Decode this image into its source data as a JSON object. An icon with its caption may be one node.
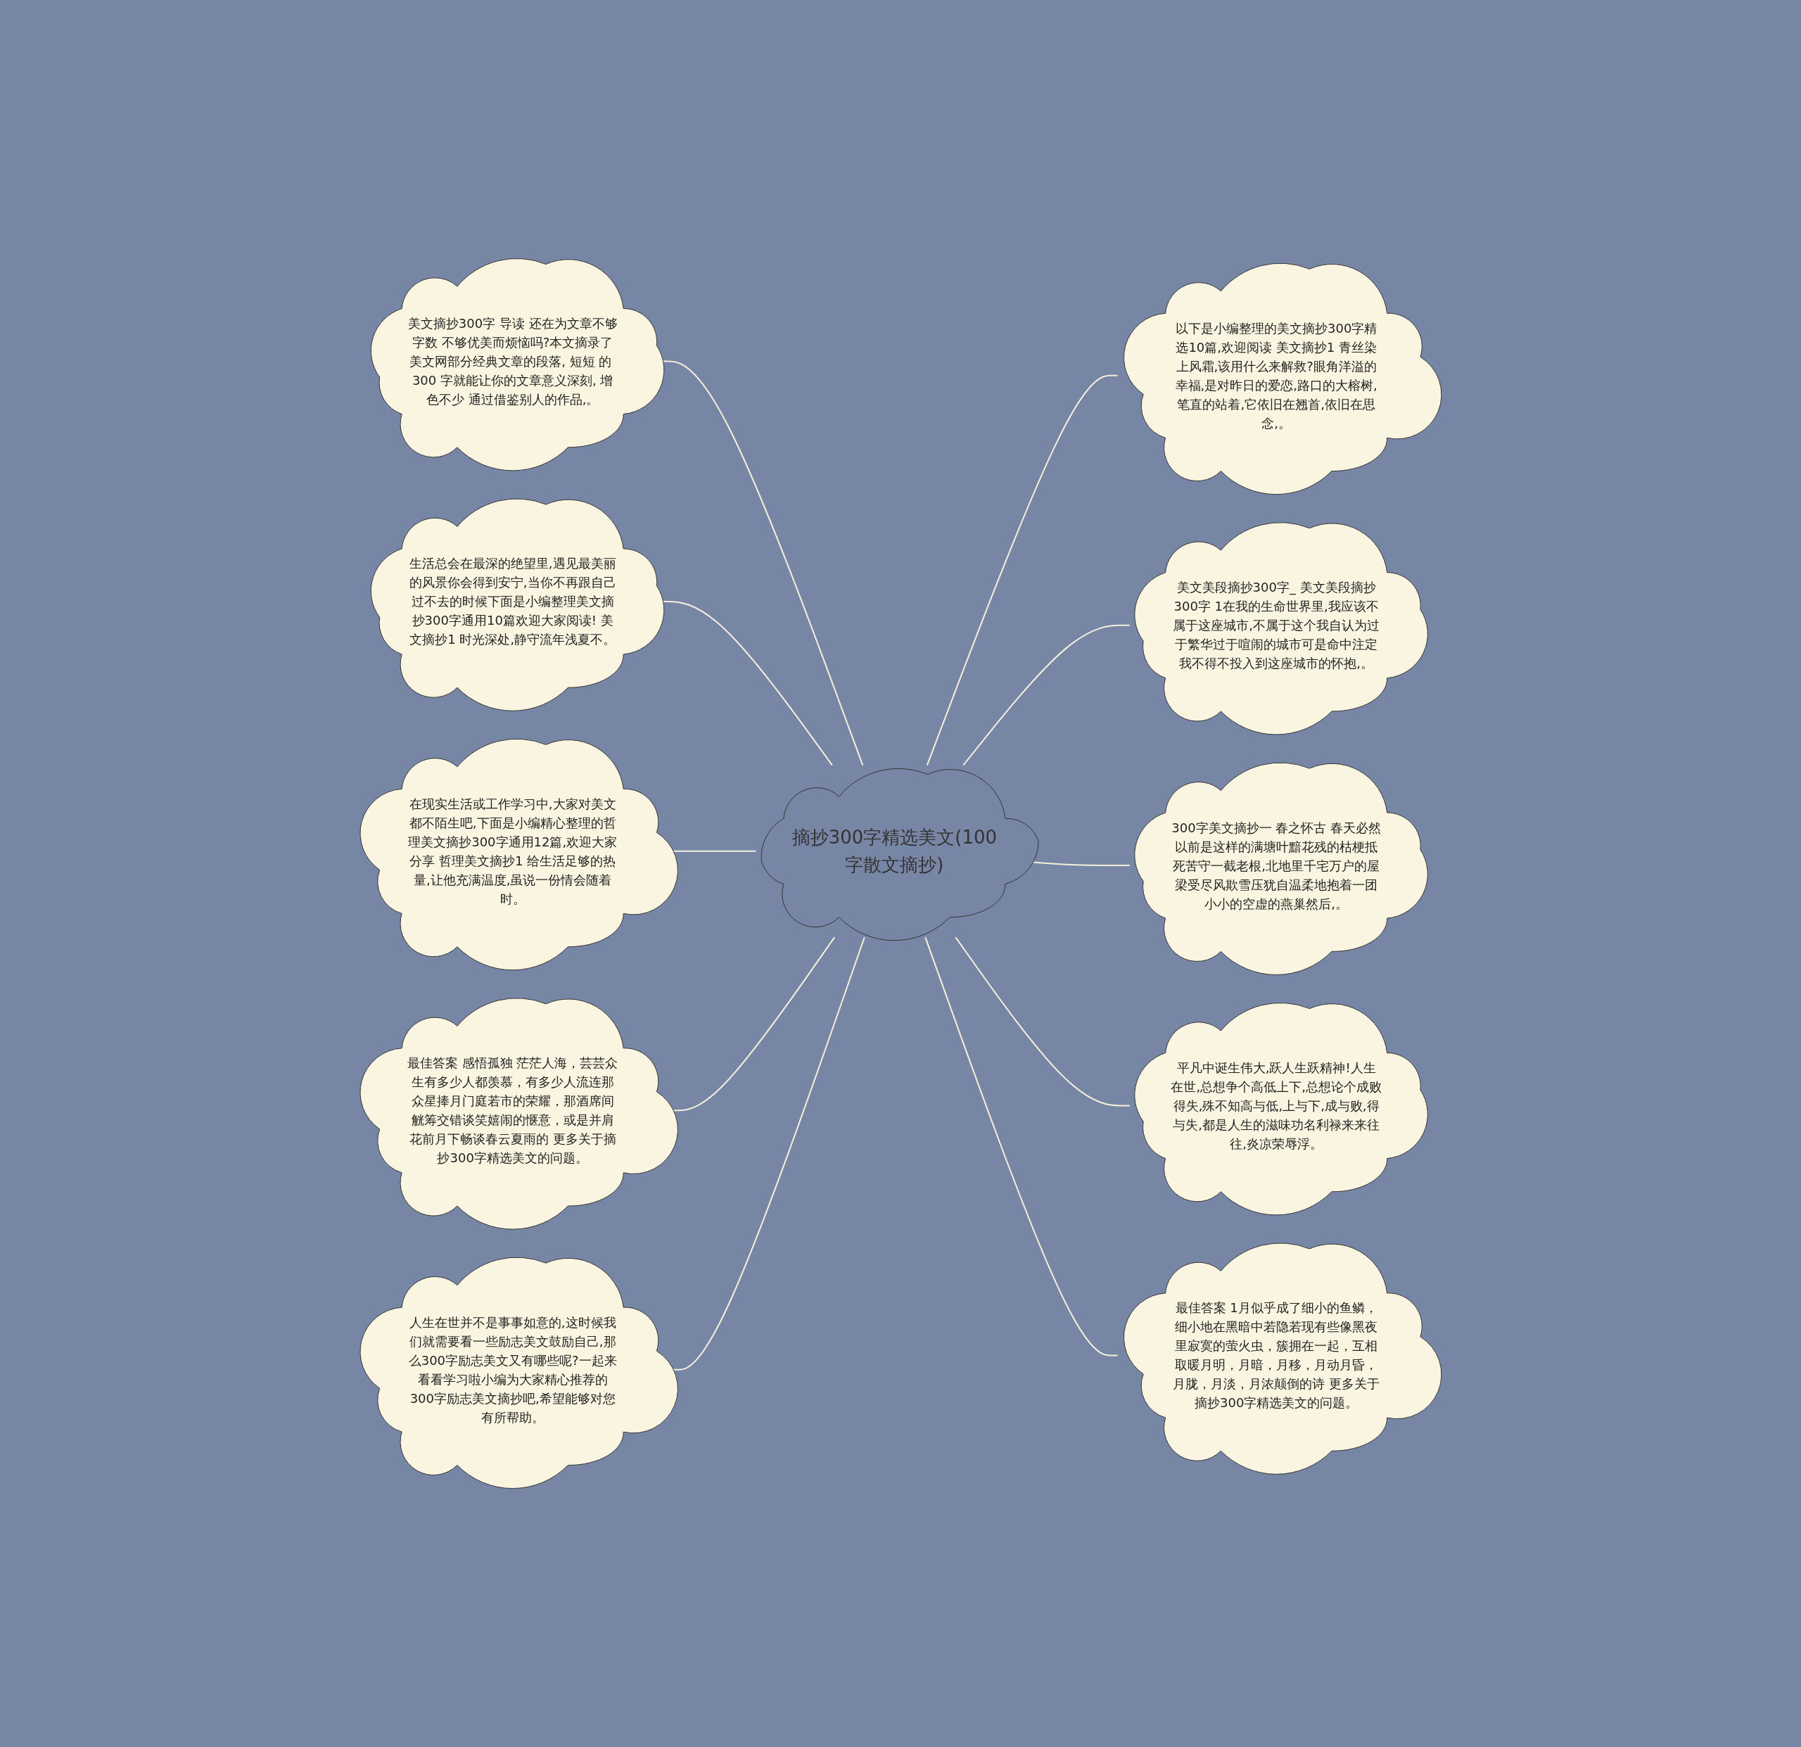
{
  "diagram": {
    "nodes": [
      {
        "text": [
          "摘抄300字精选美文(100字散文摘抄)"
        ]
      },
      {
        "text": [
          "美文摘抄300字 导读 还在为文章不够字数 不够优美而烦恼吗?本文摘录了美文网部分经典文章的段落, 短短 的 300 字就能让你的文章意义深刻, 增色不少 通过借鉴别人的作品,。"
        ]
      },
      {
        "text": [
          "生活总会在最深的绝望里,遇见最美丽的风景你会得到安宁,当你不再跟自己过不去的时候下面是小编整理美文摘抄300字通用10篇欢迎大家阅读! 美文摘抄1 时光深处,静守流年浅夏不。"
        ]
      },
      {
        "text": [
          "在现实生活或工作学习中,大家对美文都不陌生吧,下面是小编精心整理的哲理美文摘抄300字通用12篇,欢迎大家分享 哲理美文摘抄1 给生活足够的热量,让他充满温度,虽说一份情会随着时。"
        ]
      },
      {
        "text": [
          "最佳答案 感悟孤独 茫茫人海，芸芸众生有多少人都羡慕，有多少人流连那众星捧月门庭若市的荣耀，那酒席间觥筹交错谈笑嬉闹的惬意，或是并肩花前月下畅谈春云夏雨的 更多关于摘抄300字精选美文的问题。"
        ]
      },
      {
        "text": [
          "人生在世并不是事事如意的,这时候我们就需要看一些励志美文鼓励自己,那么300字励志美文又有哪些呢?一起来看看学习啦小编为大家精心推荐的300字励志美文摘抄吧,希望能够对您有所帮助。"
        ]
      },
      {
        "text": [
          "以下是小编整理的美文摘抄300字精选10篇,欢迎阅读 美文摘抄1 青丝染上风霜,该用什么来解救?眼角洋溢的幸福,是对昨日的爱恋,路口的大榕树,笔直的站着,它依旧在翘首,依旧在思念,。"
        ]
      },
      {
        "text": [
          "美文美段摘抄300字_ 美文美段摘抄300字 1在我的生命世界里,我应该不属于这座城市,不属于这个我自认为过于繁华过于喧闹的城市可是命中注定我不得不投入到这座城市的怀抱,。"
        ]
      },
      {
        "text": [
          "300字美文摘抄一 春之怀古 春天必然以前是这样的满塘叶黯花残的枯梗抵死苦守一截老根,北地里千宅万户的屋梁受尽风欺雪压犹自温柔地抱着一团小小的空虚的燕巢然后,。"
        ]
      },
      {
        "text": [
          "平凡中诞生伟大,跃人生跃精神!人生在世,总想争个高低上下,总想论个成败得失,殊不知高与低,上与下,成与败,得与失,都是人生的滋味功名利禄来来往往,炎凉荣辱浮。"
        ]
      },
      {
        "text": [
          "最佳答案 1月似乎成了细小的鱼鳞，细小地在黑暗中若隐若现有些像黑夜里寂寞的萤火虫，簇拥在一起，互相取暖月明，月暗，月移，月动月昏，月胧，月淡，月浓颠倒的诗 更多关于摘抄300字精选美文的问题。"
        ]
      }
    ],
    "edges": [
      {
        "from": 1,
        "to": 0,
        "arrow": "none"
      },
      {
        "from": 2,
        "to": 0,
        "arrow": "none"
      },
      {
        "from": 3,
        "to": 0,
        "arrow": "none"
      },
      {
        "from": 4,
        "to": 0,
        "arrow": "none"
      },
      {
        "from": 5,
        "to": 0,
        "arrow": "none"
      },
      {
        "from": 0,
        "to": 6,
        "arrow": "none"
      },
      {
        "from": 0,
        "to": 7,
        "arrow": "none"
      },
      {
        "from": 0,
        "to": 8,
        "arrow": "none"
      },
      {
        "from": 0,
        "to": 9,
        "arrow": "none"
      },
      {
        "from": 0,
        "to": 10,
        "arrow": "none"
      }
    ]
  }
}
